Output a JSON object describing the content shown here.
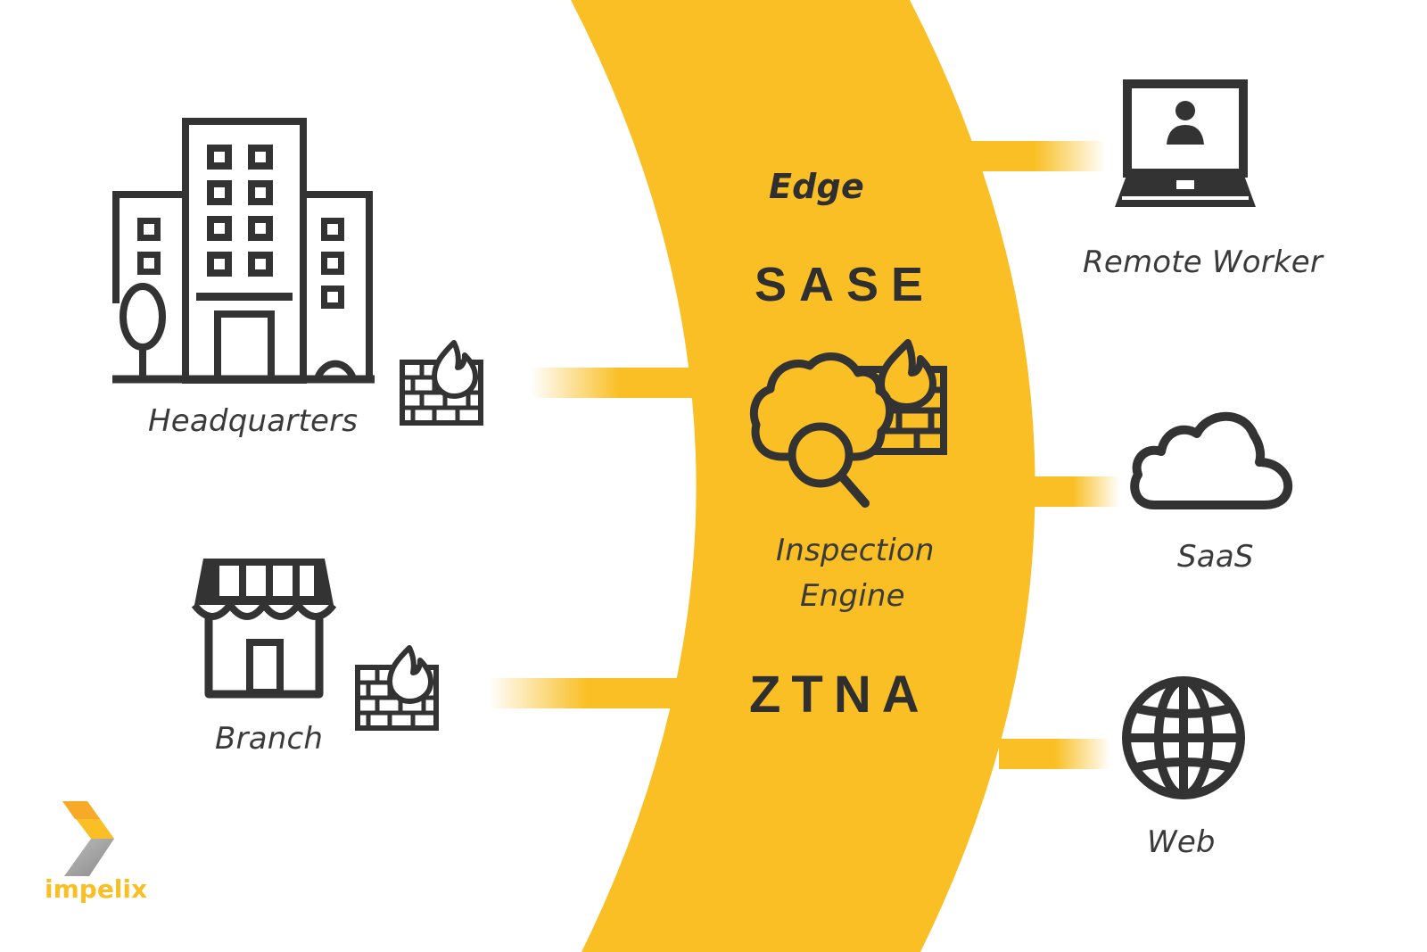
{
  "diagram": {
    "colors": {
      "accent": "#f9bf24",
      "ink": "#333333",
      "background": "#ffffff"
    },
    "center": {
      "edge_label": "Edge",
      "sase_label": "SASE",
      "engine_label_line1": "Inspection",
      "engine_label_line2": "Engine",
      "ztna_label": "ZTNA",
      "icon": "cloud-magnifier-firewall-icon"
    },
    "left_nodes": [
      {
        "label": "Headquarters",
        "icon": "office-building-icon",
        "badge_icon": "firewall-icon"
      },
      {
        "label": "Branch",
        "icon": "storefront-icon",
        "badge_icon": "firewall-icon"
      }
    ],
    "right_nodes": [
      {
        "label": "Remote Worker",
        "icon": "laptop-user-icon"
      },
      {
        "label": "SaaS",
        "icon": "cloud-icon"
      },
      {
        "label": "Web",
        "icon": "globe-icon"
      }
    ],
    "brand": {
      "name": "impelix",
      "icon": "impelix-chevron-logo-icon"
    }
  }
}
